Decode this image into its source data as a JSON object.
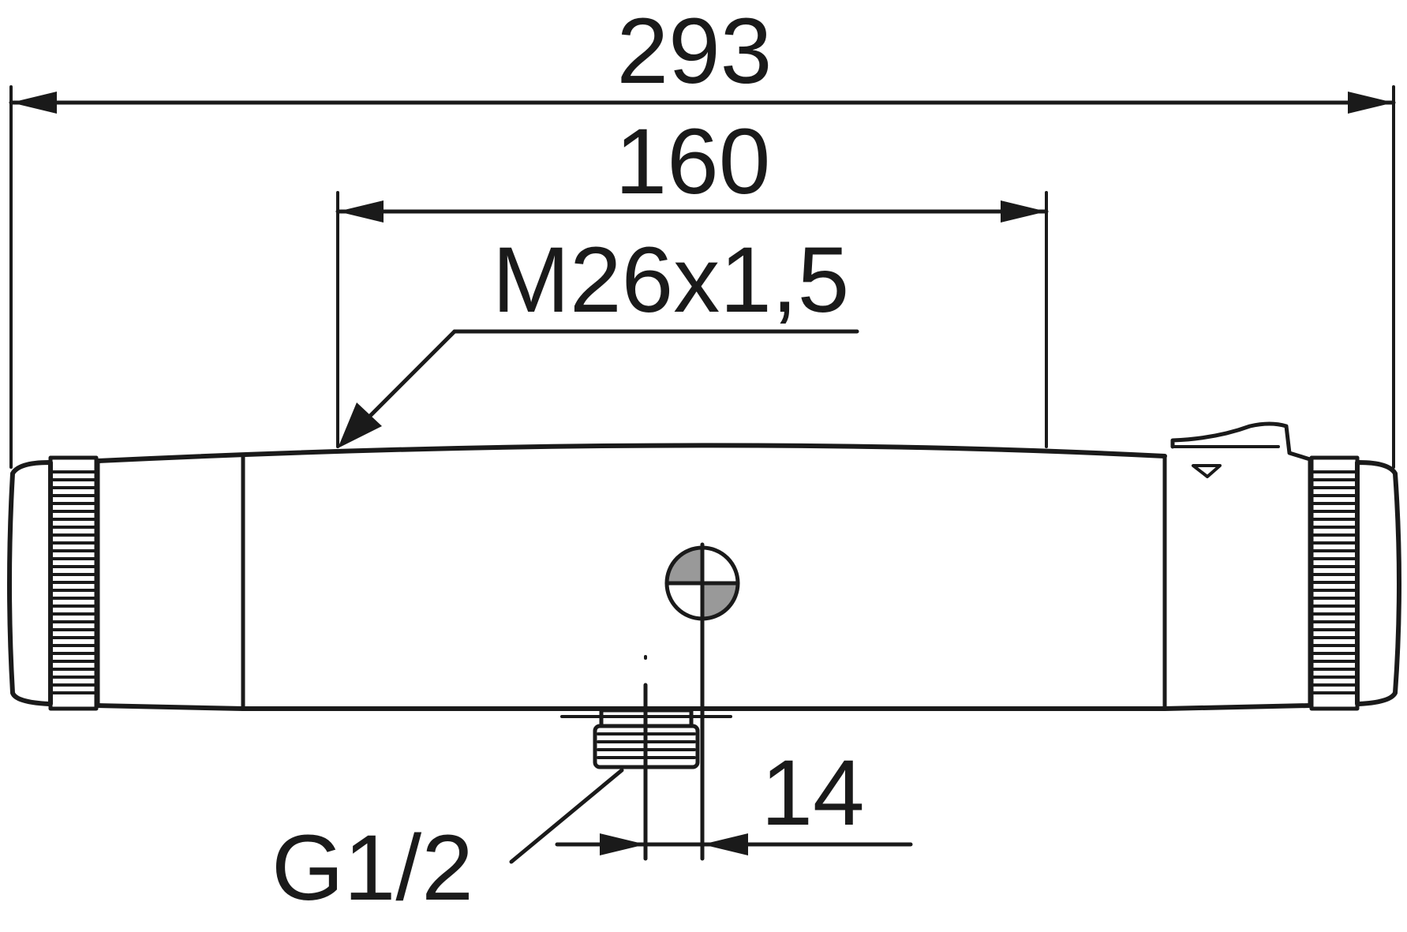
{
  "dimensions": {
    "overall_length": "293",
    "center_distance": "160",
    "thread_main": "M26x1,5",
    "outlet_thread": "G1/2",
    "outlet_offset": "14"
  },
  "colors": {
    "line": "#1a1a1a",
    "symbol_fill": "#999999",
    "background": "#ffffff"
  }
}
